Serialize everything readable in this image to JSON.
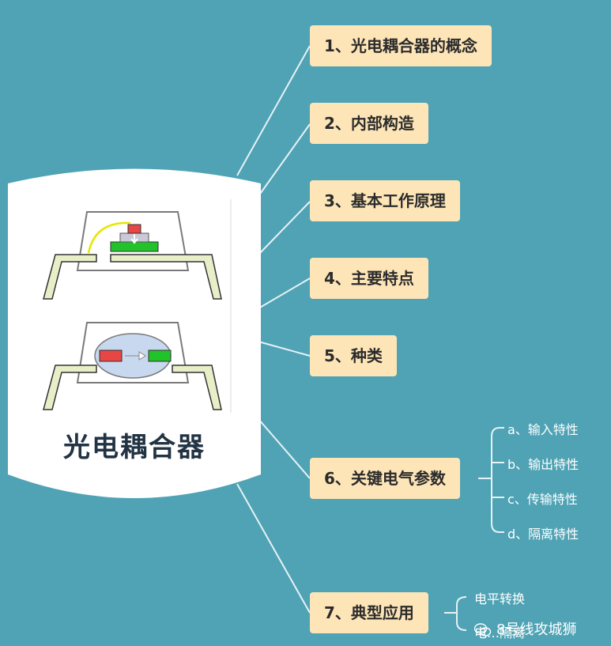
{
  "central": {
    "title": "光电耦合器"
  },
  "topics": [
    {
      "label": "1、光电耦合器的概念"
    },
    {
      "label": "2、内部构造"
    },
    {
      "label": "3、基本工作原理"
    },
    {
      "label": "4、主要特点"
    },
    {
      "label": "5、种类"
    },
    {
      "label": "6、关键电气参数"
    },
    {
      "label": "7、典型应用"
    }
  ],
  "params_subtopics": [
    "a、输入特性",
    "b、输出特性",
    "c、传输特性",
    "d、隔离特性"
  ],
  "app_subtopics": [
    "电平转换",
    "电…隔离"
  ],
  "watermark": {
    "text": "8号线攻城狮"
  },
  "colors": {
    "background": "#4fa3b5",
    "topic_fill": "#fde5b8",
    "connector": "#e6f2f5",
    "central_fill": "#ffffff",
    "led_red": "#e84545",
    "detector_green": "#22c22a",
    "lead_frame": "#e8eec8"
  }
}
